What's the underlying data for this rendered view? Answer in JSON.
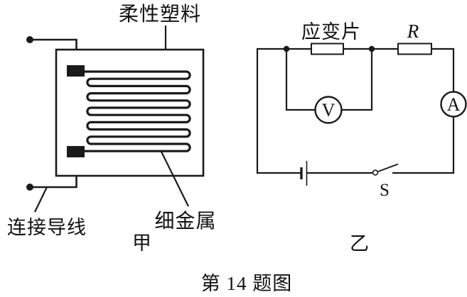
{
  "colors": {
    "ink": "#1a1a1a",
    "background": "#ffffff"
  },
  "figure_left": {
    "name_label": "甲",
    "labels": {
      "flexible_plastic": "柔性塑料",
      "thin_metal": "细金属",
      "connecting_wire": "连接导线"
    }
  },
  "figure_right": {
    "name_label": "乙",
    "labels": {
      "strain_gauge": "应变片",
      "resistor": "R",
      "voltmeter": "V",
      "ammeter": "A",
      "switch": "S"
    }
  },
  "caption": "第 14 题图"
}
